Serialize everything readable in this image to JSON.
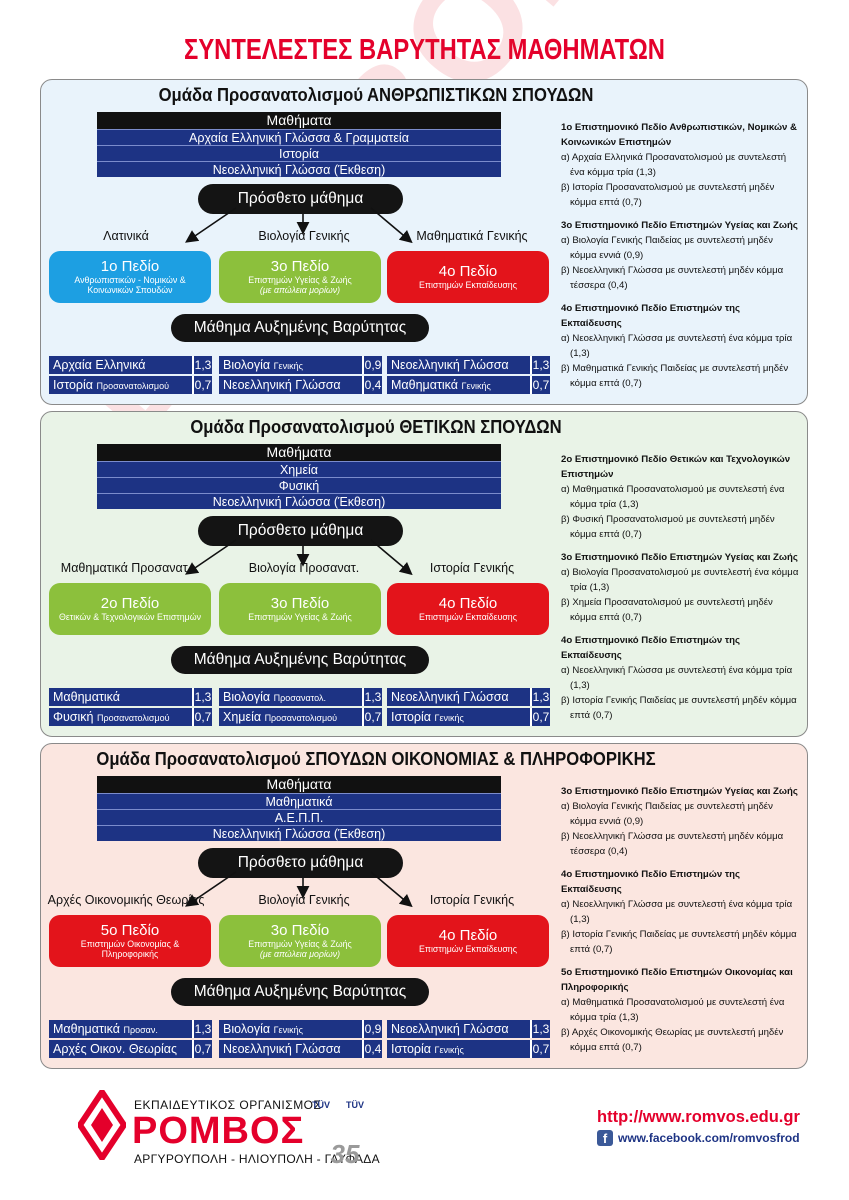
{
  "page": {
    "title": "ΣΥΝΤΕΛΕΣΤΕΣ ΒΑΡΥΤΗΤΑΣ ΜΑΘΗΜΑΤΩΝ",
    "watermark": "ΡΟΜΒΟΣ"
  },
  "colors": {
    "title": "#e4002b",
    "subject_band": "#1d3384",
    "field_blue": "#1d9fe2",
    "field_green": "#8cc03c",
    "field_red": "#e3141b"
  },
  "sections": [
    {
      "title": "Ομάδα Προσανατολισμού ΑΝΘΡΩΠΙΣΤΙΚΩΝ ΣΠΟΥΔΩΝ",
      "subjects_header": "Μαθήματα",
      "subjects": [
        "Αρχαία Ελληνική Γλώσσα & Γραμματεία",
        "Ιστορία",
        "Νεοελληνική Γλώσσα (Έκθεση)"
      ],
      "extra_label": "Πρόσθετο μάθημα",
      "extras": [
        "Λατινικά",
        "Βιολογία Γενικής",
        "Μαθηματικά Γενικής"
      ],
      "fields": [
        {
          "name": "1ο Πεδίο",
          "desc": "Ανθρωπιστικών - Νομικών & Κοινωνικών Σπουδών",
          "note": "",
          "color": "blue"
        },
        {
          "name": "3ο Πεδίο",
          "desc": "Επιστημών Υγείας & Ζωής",
          "note": "(με απώλεια μορίων)",
          "color": "green"
        },
        {
          "name": "4ο Πεδίο",
          "desc": "Επιστημών Εκπαίδευσης",
          "note": "",
          "color": "red"
        }
      ],
      "boost_label": "Μάθημα Αυξημένης Βαρύτητας",
      "weights": [
        [
          {
            "name": "Αρχαία Ελληνικά",
            "small": "",
            "value": "1,3"
          },
          {
            "name": "Ιστορία",
            "small": "Προσανατολισμού",
            "value": "0,7"
          }
        ],
        [
          {
            "name": "Βιολογία",
            "small": "Γενικής",
            "value": "0,9"
          },
          {
            "name": "Νεοελληνική Γλώσσα",
            "small": "",
            "value": "0,4"
          }
        ],
        [
          {
            "name": "Νεοελληνική Γλώσσα",
            "small": "",
            "value": "1,3"
          },
          {
            "name": "Μαθηματικά",
            "small": "Γενικής",
            "value": "0,7"
          }
        ]
      ],
      "notes": [
        {
          "title": "1ο Επιστημονικό Πεδίο Ανθρωπιστικών, Νομικών & Κοινωνικών Επιστημών",
          "items": [
            "α) Αρχαία Ελληνικά Προσανατολισμού με συντελεστή ένα κόμμα τρία (1,3)",
            "β) Ιστορία Προσανατολισμού με συντελεστή μηδέν κόμμα επτά (0,7)"
          ]
        },
        {
          "title": "3ο Επιστημονικό Πεδίο Επιστημών Υγείας και Ζωής",
          "items": [
            "α) Βιολογία Γενικής Παιδείας με συντελεστή μηδέν κόμμα εννιά (0,9)",
            "β) Νεοελληνική Γλώσσα με συντελεστή μηδέν κόμμα τέσσερα (0,4)"
          ]
        },
        {
          "title": "4ο Επιστημονικό Πεδίο Επιστημών της Εκπαίδευσης",
          "items": [
            "α) Νεοελληνική Γλώσσα με συντελεστή ένα κόμμα τρία (1,3)",
            "β) Μαθηματικά Γενικής Παιδείας με συντελεστή μηδέν κόμμα επτά (0,7)"
          ]
        }
      ]
    },
    {
      "title": "Ομάδα Προσανατολισμού ΘΕΤΙΚΩΝ ΣΠΟΥΔΩΝ",
      "subjects_header": "Μαθήματα",
      "subjects": [
        "Χημεία",
        "Φυσική",
        "Νεοελληνική Γλώσσα (Έκθεση)"
      ],
      "extra_label": "Πρόσθετο μάθημα",
      "extras": [
        "Μαθηματικά Προσανατ.",
        "Βιολογία Προσανατ.",
        "Ιστορία Γενικής"
      ],
      "fields": [
        {
          "name": "2ο Πεδίο",
          "desc": "Θετικών & Τεχνολογικών Επιστημών",
          "note": "",
          "color": "green"
        },
        {
          "name": "3ο Πεδίο",
          "desc": "Επιστημών Υγείας & Ζωής",
          "note": "",
          "color": "green"
        },
        {
          "name": "4ο Πεδίο",
          "desc": "Επιστημών Εκπαίδευσης",
          "note": "",
          "color": "red"
        }
      ],
      "boost_label": "Μάθημα Αυξημένης Βαρύτητας",
      "weights": [
        [
          {
            "name": "Μαθηματικά",
            "small": "",
            "value": "1,3"
          },
          {
            "name": "Φυσική",
            "small": "Προσανατολισμού",
            "value": "0,7"
          }
        ],
        [
          {
            "name": "Βιολογία",
            "small": "Προσανατολ.",
            "value": "1,3"
          },
          {
            "name": "Χημεία",
            "small": "Προσανατολισμού",
            "value": "0,7"
          }
        ],
        [
          {
            "name": "Νεοελληνική Γλώσσα",
            "small": "",
            "value": "1,3"
          },
          {
            "name": "Ιστορία",
            "small": "Γενικής",
            "value": "0,7"
          }
        ]
      ],
      "notes": [
        {
          "title": "2ο Επιστημονικό Πεδίο Θετικών και Τεχνολογικών Επιστημών",
          "items": [
            "α) Μαθηματικά Προσανατολισμού με συντελεστή ένα κόμμα τρία (1,3)",
            "β) Φυσική Προσανατολισμού με συντελεστή μηδέν κόμμα επτά (0,7)"
          ]
        },
        {
          "title": "3ο Επιστημονικό Πεδίο Επιστημών Υγείας και Ζωής",
          "items": [
            "α) Βιολογία Προσανατολισμού με συντελεστή ένα κόμμα τρία (1,3)",
            "β) Χημεία Προσανατολισμού με συντελεστή μηδέν κόμμα επτά (0,7)"
          ]
        },
        {
          "title": "4ο Επιστημονικό Πεδίο Επιστημών της Εκπαίδευσης",
          "items": [
            "α) Νεοελληνική Γλώσσα με συντελεστή ένα κόμμα τρία (1,3)",
            "β) Ιστορία Γενικής Παιδείας με συντελεστή μηδέν κόμμα επτά (0,7)"
          ]
        }
      ]
    },
    {
      "title": "Ομάδα Προσανατολισμού ΣΠΟΥΔΩΝ ΟΙΚΟΝΟΜΙΑΣ & ΠΛΗΡΟΦΟΡΙΚΗΣ",
      "subjects_header": "Μαθήματα",
      "subjects": [
        "Μαθηματικά",
        "Α.Ε.Π.Π.",
        "Νεοελληνική Γλώσσα (Έκθεση)"
      ],
      "extra_label": "Πρόσθετο μάθημα",
      "extras": [
        "Αρχές Οικονομικής Θεωρίας",
        "Βιολογία Γενικής",
        "Ιστορία Γενικής"
      ],
      "fields": [
        {
          "name": "5ο Πεδίο",
          "desc": "Επιστημών Οικονομίας & Πληροφορικής",
          "note": "",
          "color": "red"
        },
        {
          "name": "3ο Πεδίο",
          "desc": "Επιστημών Υγείας & Ζωής",
          "note": "(με απώλεια μορίων)",
          "color": "green"
        },
        {
          "name": "4ο Πεδίο",
          "desc": "Επιστημών Εκπαίδευσης",
          "note": "",
          "color": "red"
        }
      ],
      "boost_label": "Μάθημα Αυξημένης Βαρύτητας",
      "weights": [
        [
          {
            "name": "Μαθηματικά",
            "small": "Προσαν.",
            "value": "1,3"
          },
          {
            "name": "Αρχές Οικον. Θεωρίας",
            "small": "",
            "value": "0,7"
          }
        ],
        [
          {
            "name": "Βιολογία",
            "small": "Γενικής",
            "value": "0,9"
          },
          {
            "name": "Νεοελληνική Γλώσσα",
            "small": "",
            "value": "0,4"
          }
        ],
        [
          {
            "name": "Νεοελληνική Γλώσσα",
            "small": "",
            "value": "1,3"
          },
          {
            "name": "Ιστορία",
            "small": "Γενικής",
            "value": "0,7"
          }
        ]
      ],
      "notes": [
        {
          "title": "3ο Επιστημονικό Πεδίο Επιστημών Υγείας και Ζωής",
          "items": [
            "α) Βιολογία Γενικής Παιδείας με συντελεστή μηδέν κόμμα εννιά (0,9)",
            "β) Νεοελληνική Γλώσσα με συντελεστή μηδέν κόμμα τέσσερα (0,4)"
          ]
        },
        {
          "title": "4ο Επιστημονικό Πεδίο Επιστημών της Εκπαίδευσης",
          "items": [
            "α) Νεοελληνική Γλώσσα με συντελεστή ένα κόμμα τρία (1,3)",
            "β) Ιστορία Γενικής Παιδείας με συντελεστή μηδέν κόμμα επτά (0,7)"
          ]
        },
        {
          "title": "5ο Επιστημονικό Πεδίο Επιστημών Οικονομίας και Πληροφορικής",
          "items": [
            "α) Μαθηματικά Προσανατολισμού με συντελεστή ένα κόμμα τρία (1,3)",
            "β) Αρχές Οικονομικής Θεωρίας με συντελεστή μηδέν κόμμα επτά (0,7)"
          ]
        }
      ]
    }
  ],
  "footer": {
    "org_label": "ΕΚΠΑΙΔΕΥΤΙΚΟΣ ΟΡΓΑΝΙΣΜΟΣ",
    "org_name": "ΡΟΜΒΟΣ",
    "org_places": "ΑΡΓΥΡΟΥΠΟΛΗ - ΗΛΙΟΥΠΟΛΗ - ΓΛΥΦΑΔΑ",
    "cert_1": "TÜV",
    "cert_2": "TÜV",
    "anniversary": "35",
    "website": "http://www.romvos.edu.gr",
    "facebook": "www.facebook.com/romvosfrod",
    "facebook_icon": "f"
  }
}
